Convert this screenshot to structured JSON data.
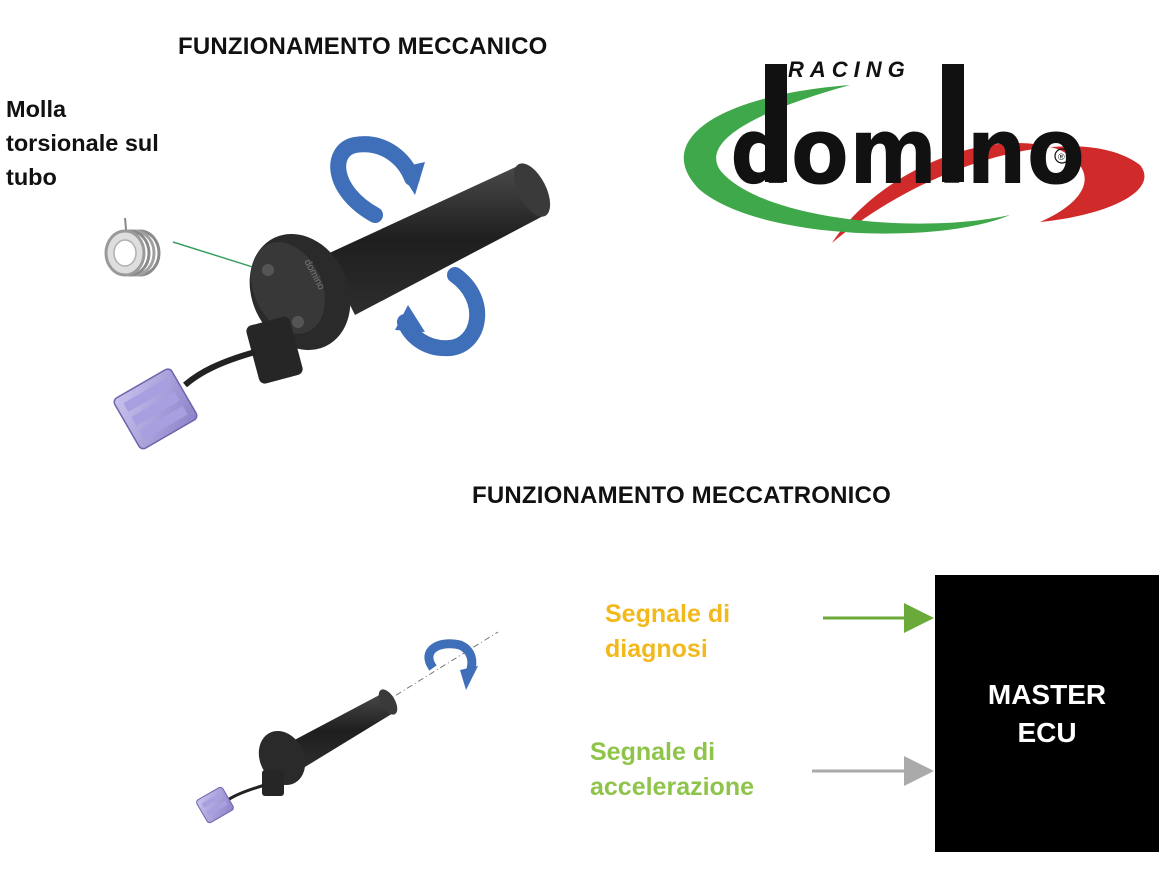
{
  "logo": {
    "brand": "domino",
    "tagline": "RACING",
    "mark": "®"
  },
  "mechanical": {
    "title": "FUNZIONAMENTO MECCANICO",
    "spring_label": [
      "Molla",
      "torsionale sul",
      "tubo"
    ]
  },
  "mechatronic": {
    "title": "FUNZIONAMENTO MECCATRONICO",
    "diagnosis_signal": [
      "Segnale di",
      "diagnosi"
    ],
    "acceleration_signal": [
      "Segnale di",
      "accelerazione"
    ],
    "ecu": [
      "MASTER",
      "ECU"
    ]
  },
  "colors": {
    "diagnosis_text": "#f2b81c",
    "acceleration_text": "#8fc44a",
    "diagnosis_arrow": "#6aaa3a",
    "acceleration_arrow": "#aaaaaa",
    "rotation_arrow": "#3f6fb8",
    "logo_red": "#d12a2a",
    "logo_green": "#3fa84a"
  }
}
